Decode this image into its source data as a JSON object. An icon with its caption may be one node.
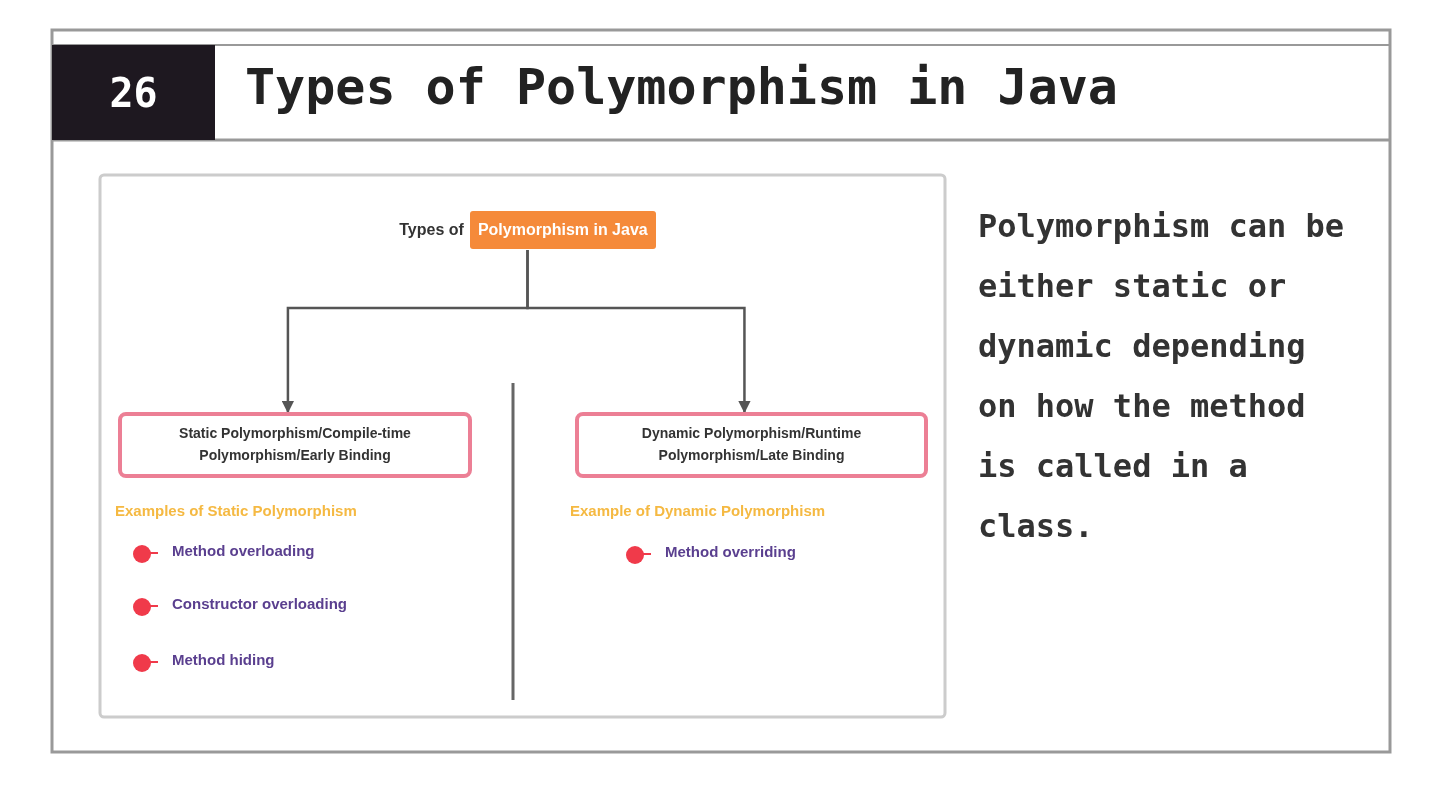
{
  "diagram": {
    "title": "Types of Polymorphism in Java",
    "nodes": [
      {
        "text": [
          "26"
        ]
      },
      {
        "text": [
          "Types of",
          "Polymorphism in Java"
        ]
      },
      {
        "text": [
          "Static Polymorphism/Compile-time Polymorphism/Early Binding"
        ]
      },
      {
        "text": [
          "Dynamic Polymorphism/Runtime Polymorphism/Late Binding"
        ]
      }
    ],
    "edges": [
      {
        "from": 1,
        "to": 2,
        "arrow": "to"
      },
      {
        "from": 1,
        "to": 3,
        "arrow": "to"
      }
    ],
    "labels": [
      "Examples of Static Polymorphism",
      "Method overloading",
      "Constructor overloading",
      "Method hiding",
      "Example of Dynamic Polymorphism",
      "Method overriding",
      "Polymorphism can be either static or dynamic depending on how the method is called in a class."
    ]
  }
}
